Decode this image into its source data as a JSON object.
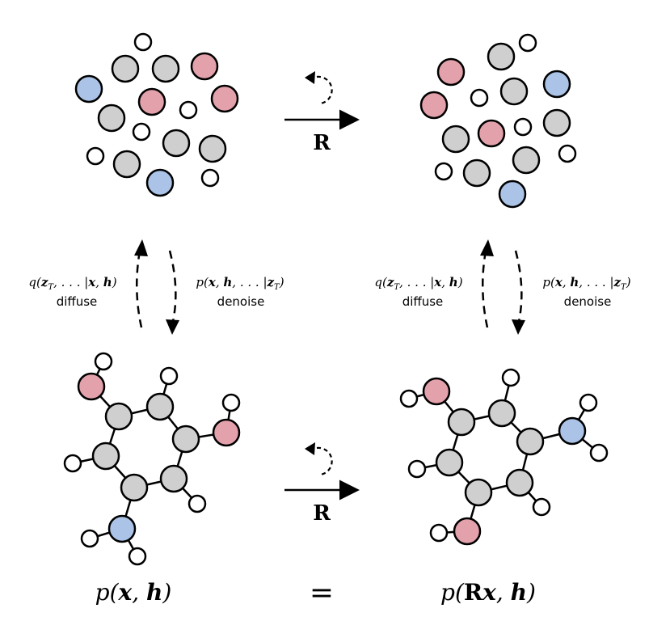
{
  "colors": {
    "carbon": "#cfcfcf",
    "oxygen": "#e3a1ab",
    "nitrogen": "#aac3e6",
    "hydrogen": "#ffffff",
    "stroke": "#000000"
  },
  "top_transform": {
    "label": "R"
  },
  "bottom_transform": {
    "label": "R"
  },
  "left_process": {
    "diffuse_formula": "q(z_T, …|x, h)",
    "diffuse_label": "diffuse",
    "denoise_formula": "p(x, h, …|z_T)",
    "denoise_label": "denoise"
  },
  "right_process": {
    "diffuse_formula": "q(z_T, …|x, h)",
    "diffuse_label": "diffuse",
    "denoise_formula": "p(x, h, …|z_T)",
    "denoise_label": "denoise"
  },
  "bottom": {
    "left_expr": "p(x, h)",
    "equals": "=",
    "right_expr": "p(Rx, h)"
  }
}
